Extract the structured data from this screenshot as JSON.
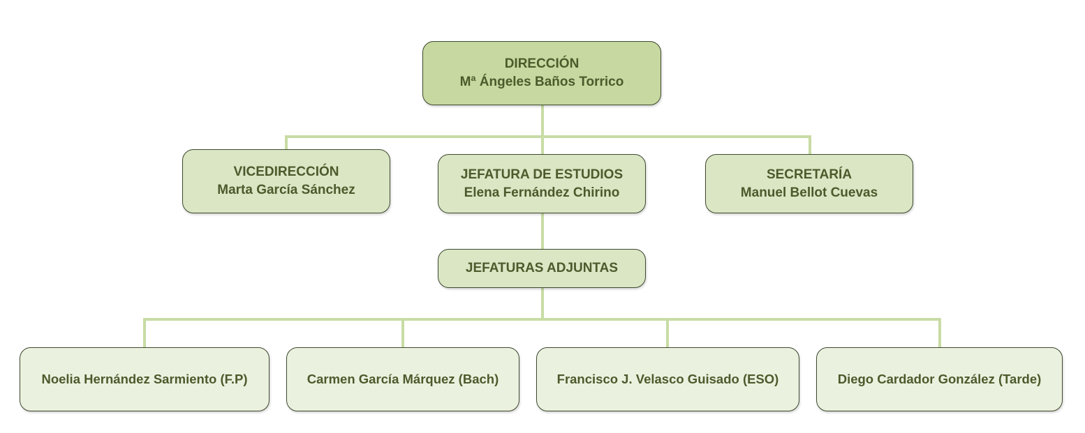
{
  "nodes": {
    "direccion": {
      "title": "DIRECCIÓN",
      "name": "Mª Ángeles Baños Torrico"
    },
    "vicedireccion": {
      "title": "VICEDIRECCIÓN",
      "name": "Marta García Sánchez"
    },
    "jefatura_estudios": {
      "title": "JEFATURA DE ESTUDIOS",
      "name": "Elena Fernández Chirino"
    },
    "secretaria": {
      "title": "SECRETARÍA",
      "name": "Manuel Bellot Cuevas"
    },
    "jefaturas_adjuntas": {
      "title": "JEFATURAS ADJUNTAS"
    },
    "adjuntos": [
      "Noelia Hernández Sarmiento (F.P)",
      "Carmen García Márquez (Bach)",
      "Francisco J. Velasco Guisado (ESO)",
      "Diego Cardador González (Tarde)"
    ]
  },
  "colors": {
    "level1_fill": "#c7d9a0",
    "level2_fill": "#dae6c4",
    "level4_fill": "#ebf1df",
    "connector": "#c8dca4",
    "text": "#4c5a2c",
    "border": "#3e4a30"
  }
}
